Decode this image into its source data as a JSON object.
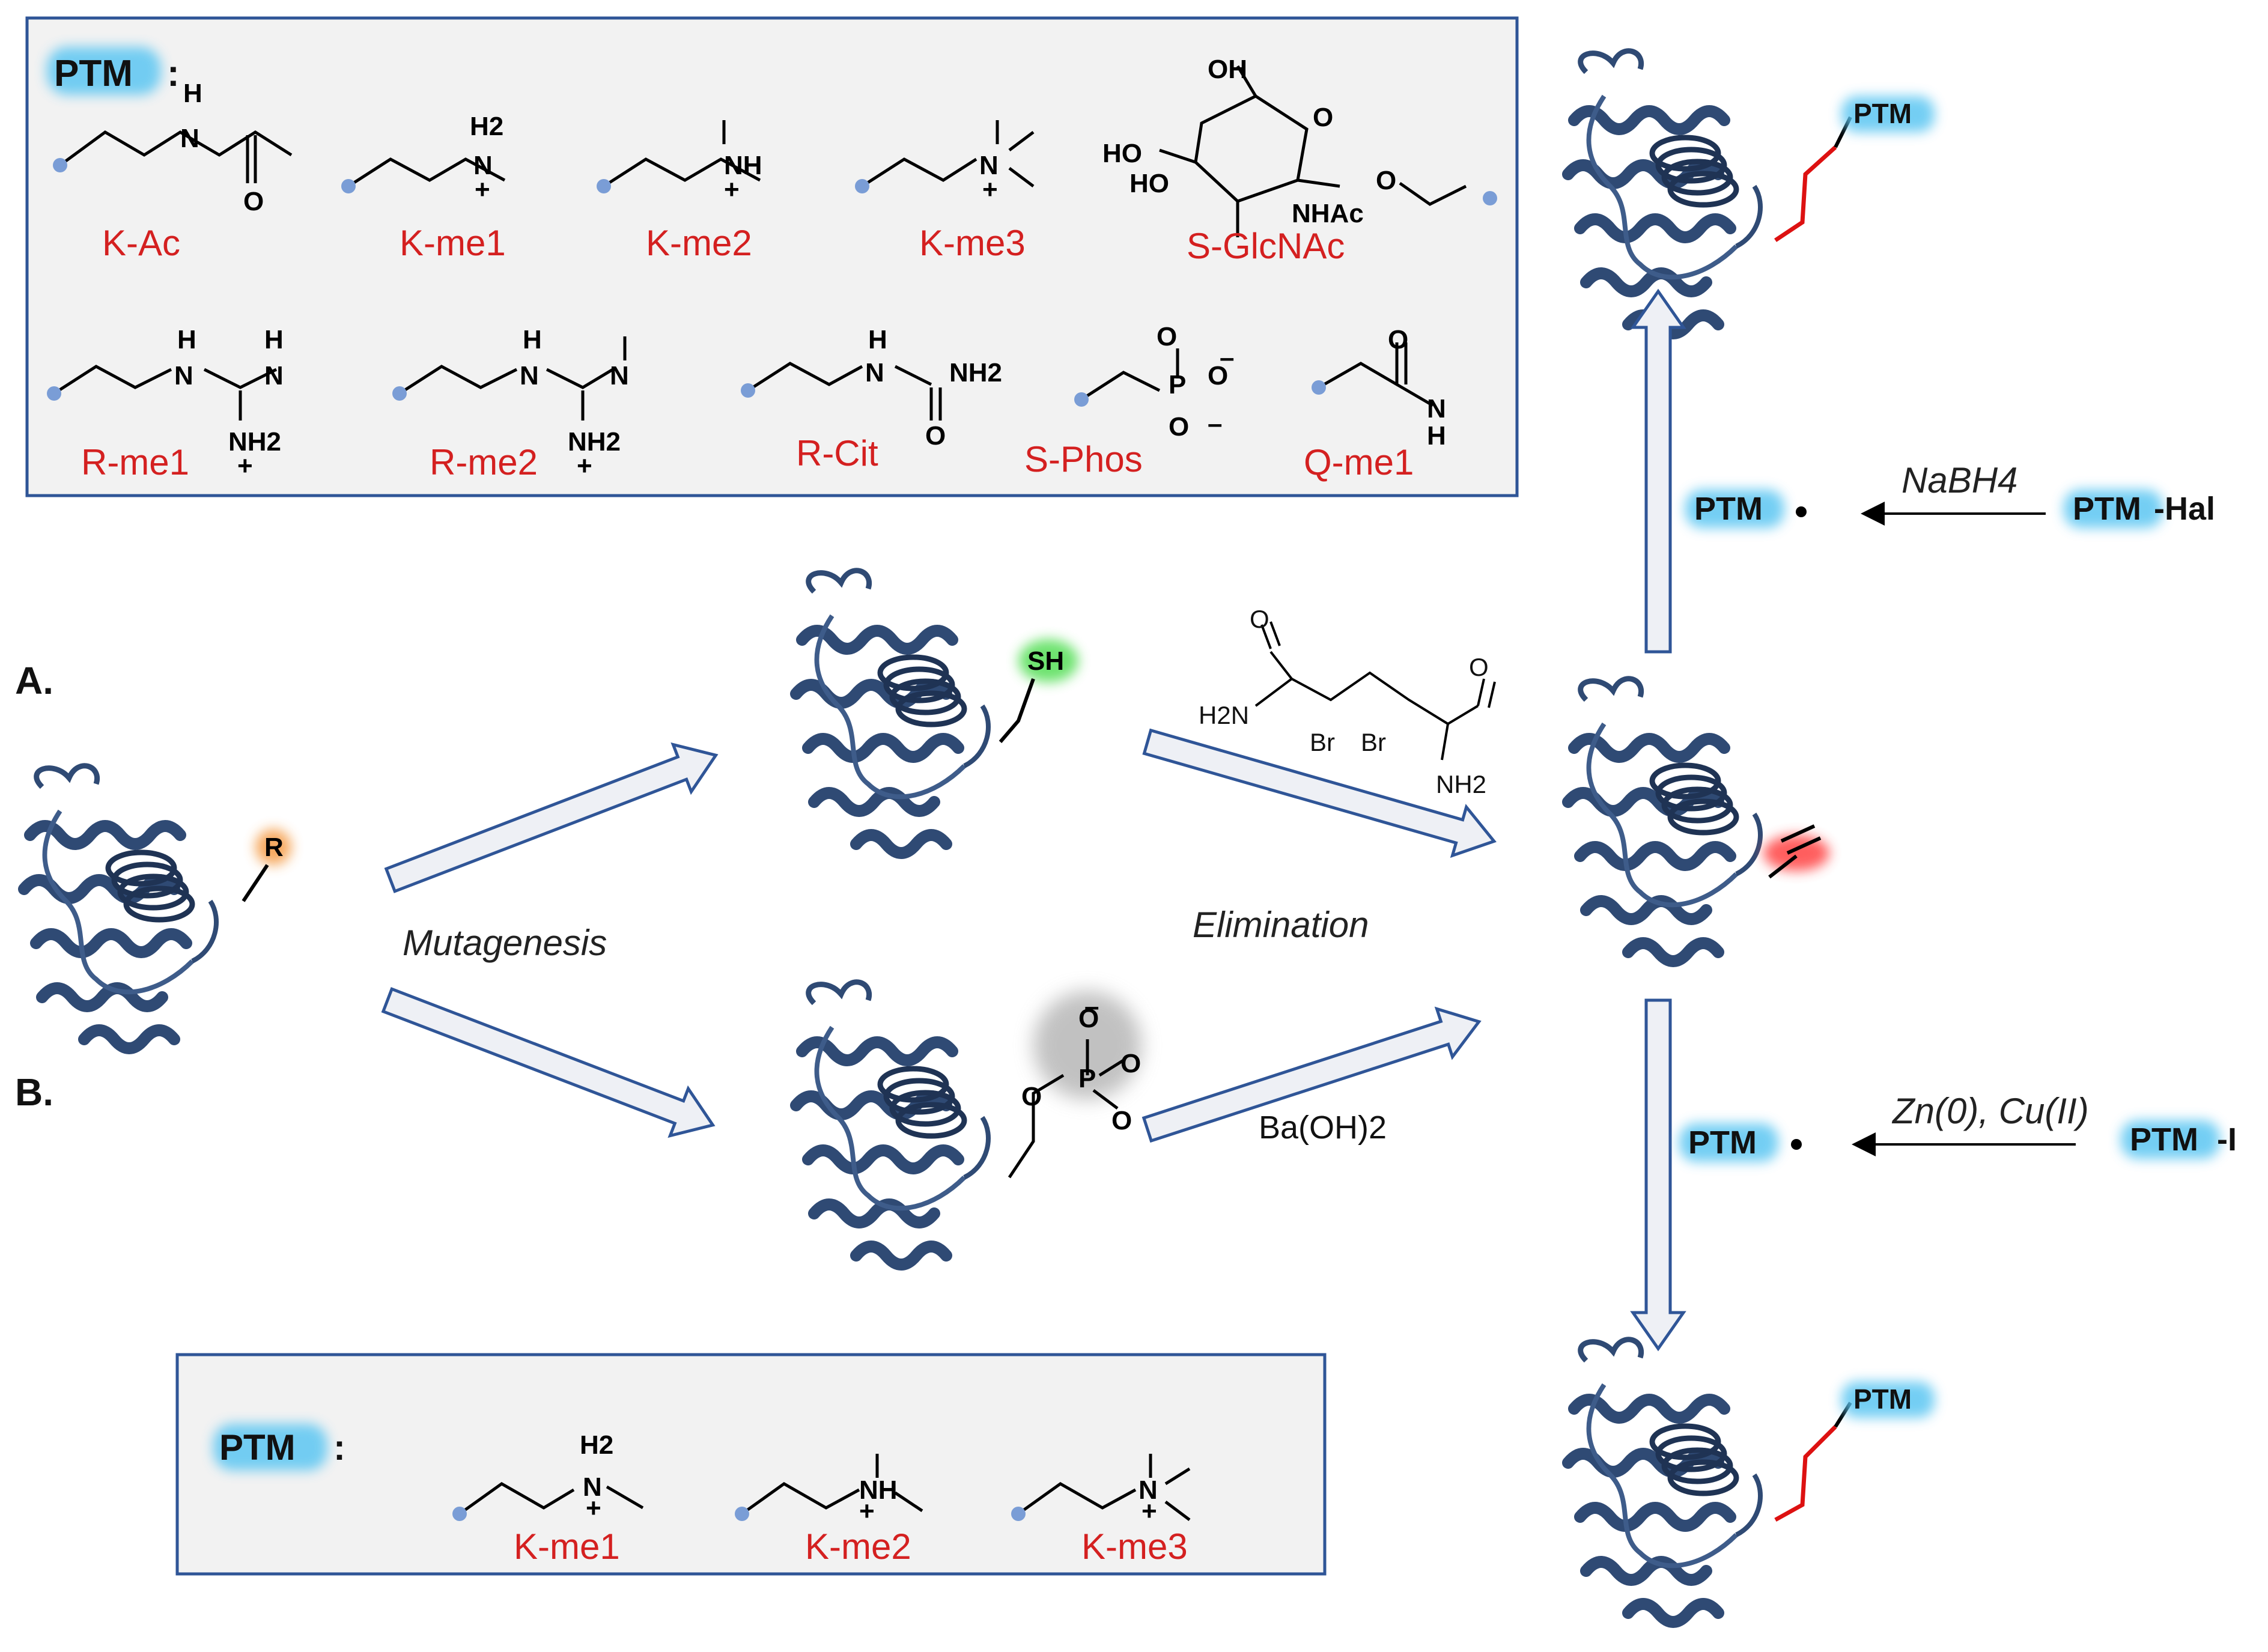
{
  "labels": {
    "a": "A.",
    "b": "B.",
    "mutagenesis": "Mutagenesis",
    "elimination": "Elimination",
    "baoh": "Ba(OH)2",
    "nabh4": "NaBH4",
    "zncu": "Zn(0), Cu(II)",
    "ptm": "PTM",
    "ptm_hal": "-Hal",
    "ptm_i": "-I",
    "colon": ":",
    "sh": "SH",
    "r": "R"
  },
  "top_box": {
    "row1": [
      "K-Ac",
      "K-me1",
      "K-me2",
      "K-me3",
      "S-GlcNAc"
    ],
    "row2": [
      "R-me1",
      "R-me2",
      "R-Cit",
      "S-Phos",
      "Q-me1"
    ]
  },
  "bottom_box": {
    "items": [
      "K-me1",
      "K-me2",
      "K-me3"
    ]
  },
  "reagent": {
    "h2n": "H2N",
    "nh2": "NH2",
    "br1": "Br",
    "br2": "Br",
    "o1": "O",
    "o2": "O"
  },
  "colors": {
    "protein": "#2f4a74",
    "ptm_glow": "#5cc6f2",
    "red_label": "#d42020",
    "arrow_fill": "#eef0f5",
    "arrow_stroke": "#2f5597",
    "box_fill": "#f2f2f2",
    "box_stroke": "#2f5597"
  }
}
